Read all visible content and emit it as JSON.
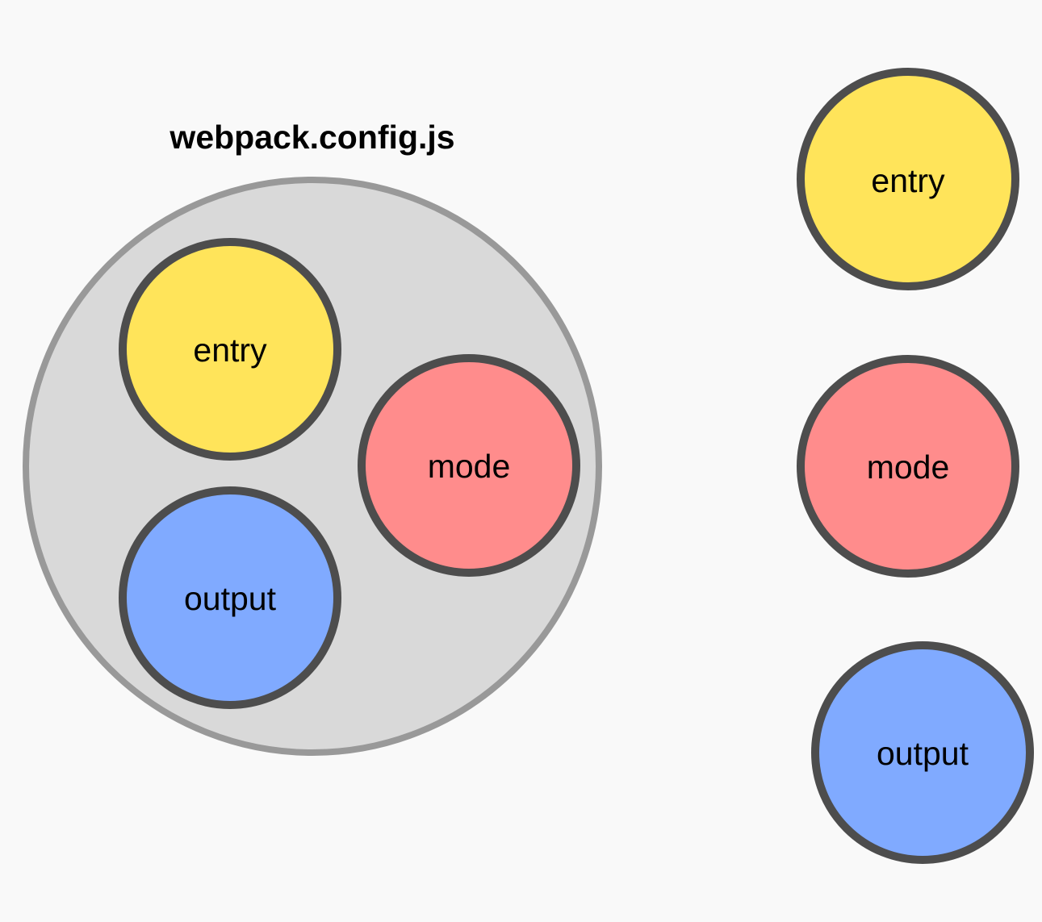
{
  "colors": {
    "background": "#f9f9f9",
    "container_fill": "#d9d9d9",
    "container_stroke": "#999999",
    "node_stroke": "#4d4d4d",
    "entry": "#ffe45a",
    "mode": "#ff8c8c",
    "output": "#80aaff"
  },
  "container": {
    "title": "webpack.config.js",
    "nodes": {
      "entry": "entry",
      "mode": "mode",
      "output": "output"
    }
  },
  "standalone": {
    "nodes": {
      "entry": "entry",
      "mode": "mode",
      "output": "output"
    }
  }
}
